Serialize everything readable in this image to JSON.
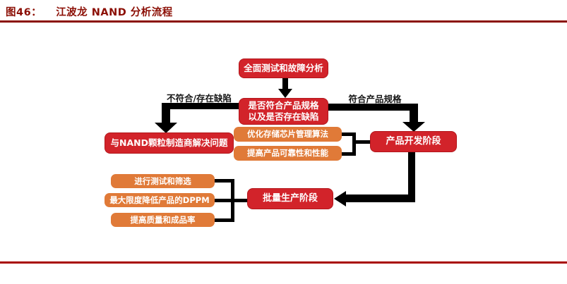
{
  "figure": {
    "label": "图46：",
    "title": "江波龙 NAND 分析流程"
  },
  "colors": {
    "background": "#ffffff",
    "title_red": "#8b0e04",
    "top_rule": "#8b0e04",
    "bottom_rule": "#a80300",
    "box_red": "#d2232a",
    "box_orange": "#e07a38",
    "box_text": "#ffffff",
    "label_text": "#151515",
    "connector": "#000000"
  },
  "flowchart": {
    "nodes": {
      "full_test": "全面测试和故障分析",
      "decision_line1": "是否符合产品规格",
      "decision_line2": "以及是否存在缺陷",
      "resolve_with_vendor": "与NAND颗粒制造商解决问题",
      "optimize_algorithm": "优化存储芯片管理算法",
      "improve_reliability": "提高产品可靠性和性能",
      "product_development": "产品开发阶段",
      "test_screening": "进行测试和筛选",
      "reduce_dppm": "最大限度降低产品的DPPM",
      "improve_quality": "提高质量和成品率",
      "mass_production": "批量生产阶段"
    },
    "edge_labels": {
      "fail": "不符合/存在缺陷",
      "pass": "符合产品规格"
    }
  }
}
